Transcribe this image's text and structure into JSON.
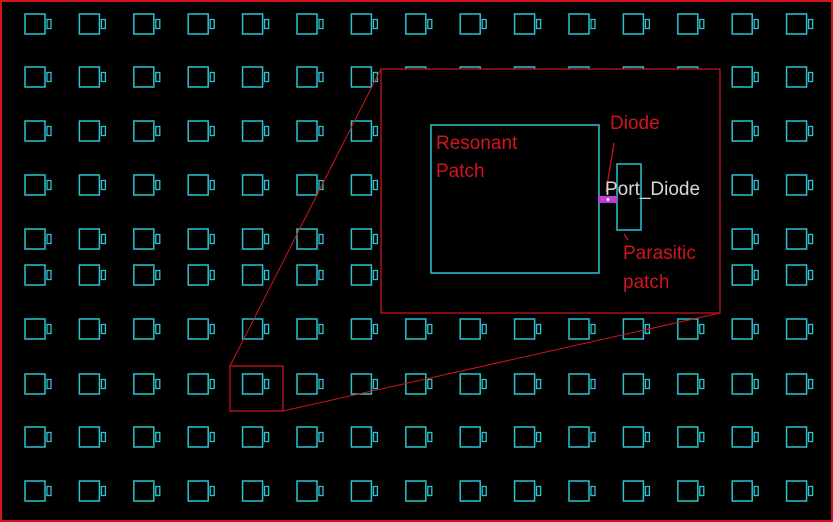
{
  "colors": {
    "background": "#000000",
    "patch_outline": "#29c4cf",
    "highlight_red": "#d2141e",
    "diode_fill": "#c13bd4",
    "port_label": "#d8d8d8"
  },
  "array": {
    "rows": 10,
    "columns": 15,
    "zoomed_cell": {
      "row": 8,
      "column": 5
    }
  },
  "inset": {
    "resonant_patch_label_line1": "Resonant",
    "resonant_patch_label_line2": "Patch",
    "diode_label": "Diode",
    "port_label": "Port_Diode",
    "parasitic_label_line1": "Parasitic",
    "parasitic_label_line2": "patch"
  }
}
